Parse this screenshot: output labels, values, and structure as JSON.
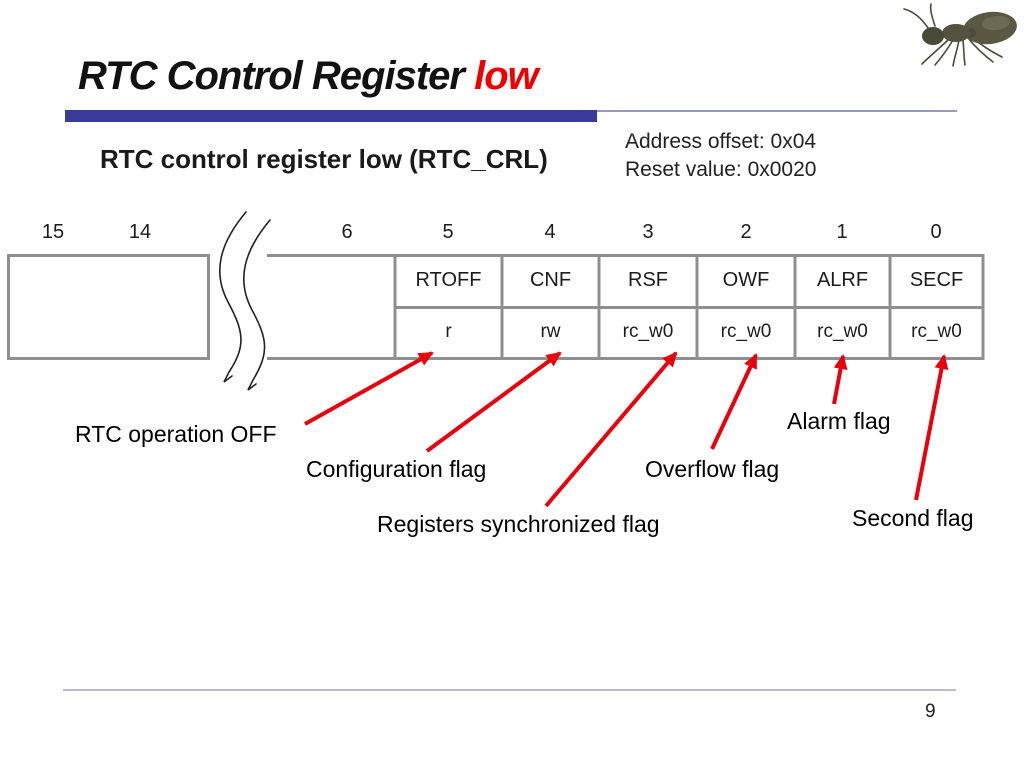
{
  "title": {
    "prefix": "RTC Control Register ",
    "highlight": "low"
  },
  "header": {
    "subtitle": "RTC control register low (RTC_CRL)",
    "address_offset": "Address offset: 0x04",
    "reset_value": "Reset value: 0x0020"
  },
  "register": {
    "bits": [
      "15",
      "14",
      "6",
      "5",
      "4",
      "3",
      "2",
      "1",
      "0"
    ],
    "fields": [
      {
        "bit": "5",
        "name": "RTOFF",
        "access": "r"
      },
      {
        "bit": "4",
        "name": "CNF",
        "access": "rw"
      },
      {
        "bit": "3",
        "name": "RSF",
        "access": "rc_w0"
      },
      {
        "bit": "2",
        "name": "OWF",
        "access": "rc_w0"
      },
      {
        "bit": "1",
        "name": "ALRF",
        "access": "rc_w0"
      },
      {
        "bit": "0",
        "name": "SECF",
        "access": "rc_w0"
      }
    ]
  },
  "annotations": [
    {
      "text": "RTC operation OFF"
    },
    {
      "text": "Configuration flag"
    },
    {
      "text": "Registers synchronized flag"
    },
    {
      "text": "Overflow flag"
    },
    {
      "text": "Alarm flag"
    },
    {
      "text": "Second flag"
    }
  ],
  "footer": {
    "page_number": "9"
  },
  "colors": {
    "accent_bar": "#3a3a99",
    "accent_thin_line": "#9a9ab8",
    "title_highlight_red": "#ee0000",
    "arrow_red": "#e8000d",
    "table_border_gray": "#8f8f8f"
  }
}
